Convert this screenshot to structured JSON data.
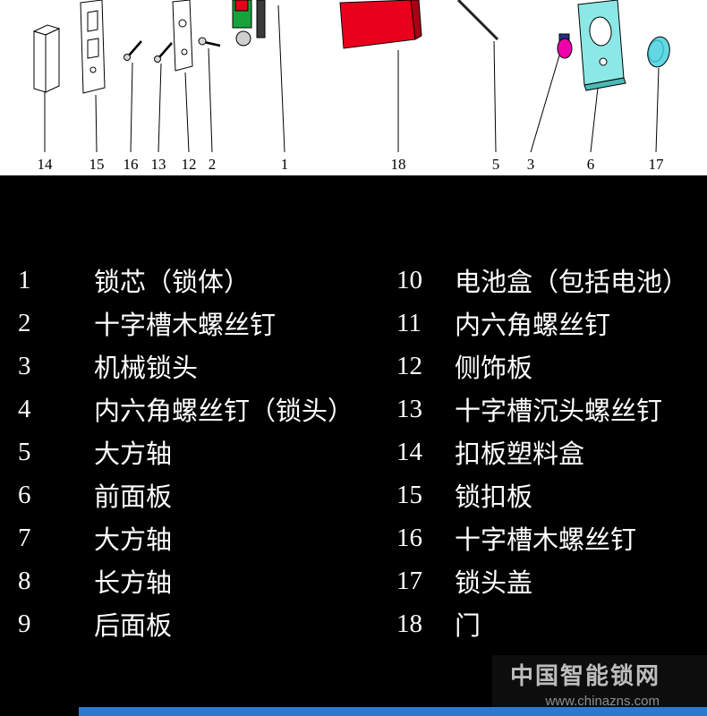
{
  "diagram": {
    "labels": [
      {
        "n": "14"
      },
      {
        "n": "15"
      },
      {
        "n": "16"
      },
      {
        "n": "13"
      },
      {
        "n": "12"
      },
      {
        "n": "2"
      },
      {
        "n": "1"
      },
      {
        "n": "18"
      },
      {
        "n": "5"
      },
      {
        "n": "3"
      },
      {
        "n": "6"
      },
      {
        "n": "17"
      }
    ]
  },
  "parts": {
    "left": [
      {
        "num": "1",
        "name": "锁芯（锁体）"
      },
      {
        "num": "2",
        "name": "十字槽木螺丝钉"
      },
      {
        "num": "3",
        "name": "机械锁头"
      },
      {
        "num": "4",
        "name": "内六角螺丝钉（锁头）"
      },
      {
        "num": "5",
        "name": "大方轴"
      },
      {
        "num": "6",
        "name": "前面板"
      },
      {
        "num": "7",
        "name": "大方轴"
      },
      {
        "num": "8",
        "name": "长方轴"
      },
      {
        "num": "9",
        "name": "后面板"
      }
    ],
    "right": [
      {
        "num": "10",
        "name": "电池盒（包括电池）"
      },
      {
        "num": "11",
        "name": "内六角螺丝钉"
      },
      {
        "num": "12",
        "name": "侧饰板"
      },
      {
        "num": "13",
        "name": "十字槽沉头螺丝钉"
      },
      {
        "num": "14",
        "name": "扣板塑料盒"
      },
      {
        "num": "15",
        "name": "锁扣板"
      },
      {
        "num": "16",
        "name": "十字槽木螺丝钉"
      },
      {
        "num": "17",
        "name": "锁头盖"
      },
      {
        "num": "18",
        "name": "门"
      }
    ]
  },
  "watermark": {
    "title": "中国智能锁网",
    "url": "www.chinazns.com"
  },
  "colors": {
    "door_red": "#e8001c",
    "panel_cyan": "#8ce8e6",
    "knob_magenta": "#ee00aa",
    "footer_blue": "#2a7ad0",
    "legend_bg": "#000000",
    "legend_text": "#ffffff"
  }
}
